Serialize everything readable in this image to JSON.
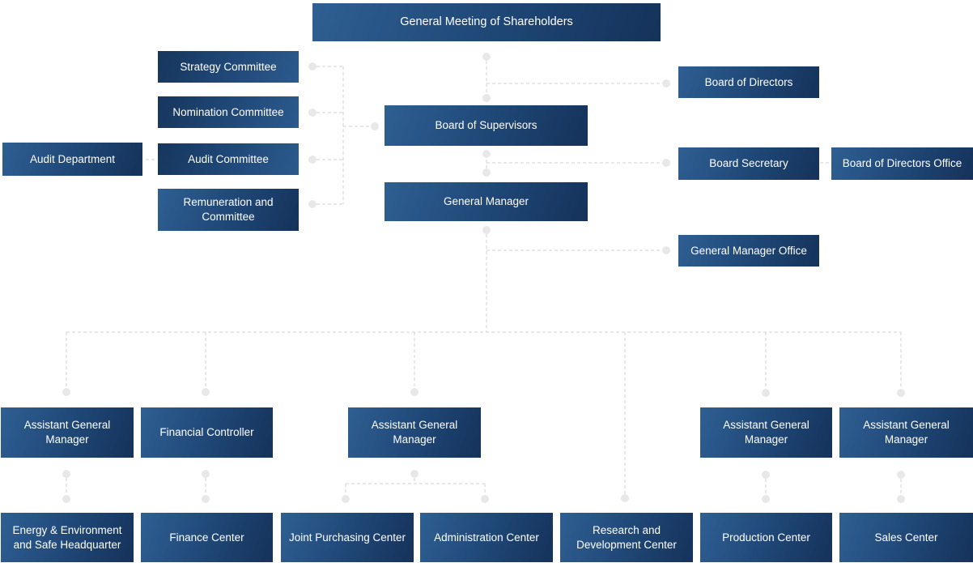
{
  "colors": {
    "box_gradient_light": "#2f5f93",
    "box_gradient_dark": "#15325a",
    "connector_line": "#d9d9d9",
    "connector_dot": "#e8e8e8",
    "text": "#ffffff",
    "background": "#ffffff"
  },
  "nodes": {
    "general_meeting": {
      "label": "General Meeting of Shareholders"
    },
    "strategy_committee": {
      "label": "Strategy Committee"
    },
    "nomination_committee": {
      "label": "Nomination Committee"
    },
    "audit_committee": {
      "label": "Audit Committee"
    },
    "remuneration_committee": {
      "label": "Remuneration and Committee"
    },
    "audit_department": {
      "label": "Audit Department"
    },
    "board_of_supervisors": {
      "label": "Board of Supervisors"
    },
    "general_manager": {
      "label": "General Manager"
    },
    "board_of_directors": {
      "label": "Board of Directors"
    },
    "board_secretary": {
      "label": "Board Secretary"
    },
    "board_of_directors_office": {
      "label": "Board of Directors Office"
    },
    "general_manager_office": {
      "label": "General Manager Office"
    },
    "assistant_gm_1": {
      "label": "Assistant General Manager"
    },
    "financial_controller": {
      "label": "Financial Controller"
    },
    "assistant_gm_2": {
      "label": "Assistant General Manager"
    },
    "assistant_gm_3": {
      "label": "Assistant General Manager"
    },
    "assistant_gm_4": {
      "label": "Assistant General Manager"
    },
    "energy_environment_hq": {
      "label": "Energy & Environment and Safe Headquarter"
    },
    "finance_center": {
      "label": "Finance Center"
    },
    "joint_purchasing_center": {
      "label": "Joint Purchasing Center"
    },
    "administration_center": {
      "label": "Administration Center"
    },
    "rnd_center": {
      "label": "Research and Development Center"
    },
    "production_center": {
      "label": "Production Center"
    },
    "sales_center": {
      "label": "Sales Center"
    }
  }
}
